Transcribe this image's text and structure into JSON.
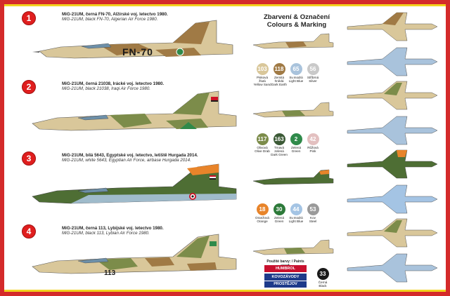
{
  "header": {
    "title_cz": "Zbarvení & Označení",
    "title_en": "Colours & Marking"
  },
  "schemes": [
    {
      "number": "1",
      "caption_cz": "MiG-21UM, černá FN-70, Alžírské voj. letectvo 1980.",
      "caption_en": "MiG-21UM, black FN-70, Algerian Air Force 1980.",
      "serial": "FN-70"
    },
    {
      "number": "2",
      "caption_cz": "MiG-21UM, černá 21038, Irácké voj. letectvo  1980.",
      "caption_en": "MiG-21UM, black 21038, Iraqi Air Force  1980.",
      "serial": ""
    },
    {
      "number": "3",
      "caption_cz": "MiG-21UM, bílá 5643, Egyptské voj. letectvo, letiště Hurgada 2014.",
      "caption_en": "MiG-21UM, white 5643, Egyptian Air Force, airbase Hurgada 2014.",
      "serial": ""
    },
    {
      "number": "4",
      "caption_cz": "MiG-21UM, černá 113, Lybijské voj. letectvo 1980.",
      "caption_en": "MiG-21UM, black 113, Lybian Air Force 1980.",
      "serial": "113"
    }
  ],
  "swatches_row1": [
    {
      "code": "103",
      "cz": "Pisková žlutá",
      "en": "Yellow Sand",
      "color": "#d9c79a"
    },
    {
      "code": "118",
      "cz": "Zemitá hnědá",
      "en": "Dark Earth",
      "color": "#a07a45"
    },
    {
      "code": "65",
      "cz": "Sv.modrá",
      "en": "Light Blue",
      "color": "#a9c3dc"
    },
    {
      "code": "56",
      "cz": "Stříbrná",
      "en": "Silver",
      "color": "#c9c9c9"
    }
  ],
  "swatches_row2": [
    {
      "code": "117",
      "cz": "Olivová",
      "en": "Olive Drab",
      "color": "#7c8c4a"
    },
    {
      "code": "163",
      "cz": "Tmavá zelená",
      "en": "Dark Green",
      "color": "#3c5a36"
    },
    {
      "code": "2",
      "cz": "Zelená",
      "en": "Green",
      "color": "#2f8a4a"
    },
    {
      "code": "42",
      "cz": "Růžová",
      "en": "Pink",
      "color": "#e3c0c0"
    }
  ],
  "swatches_row3": [
    {
      "code": "18",
      "cz": "Oranžová",
      "en": "Orange",
      "color": "#e8842a"
    },
    {
      "code": "30",
      "cz": "Zelená",
      "en": "Green",
      "color": "#2d7a3a"
    },
    {
      "code": "44",
      "cz": "Sv.modrá",
      "en": "Light Blue",
      "color": "#a4c4e4"
    },
    {
      "code": "53",
      "cz": "Kov",
      "en": "Steel",
      "color": "#9a9a9a"
    }
  ],
  "paints_used": "Použité barvy: / Paints used:",
  "brand_humbrol": "HUMBROL",
  "brand_kovozavody": "KOVOZÁVODY",
  "brand_prostejov": "PROSTĚJOV",
  "swatch_black": {
    "code": "33",
    "cz": "Černá",
    "en": "Black",
    "color": "#1a1a1a"
  },
  "colors": {
    "frame": "#d42a2a",
    "stripe": "#f2d21e",
    "sand": "#d9c79a",
    "earth": "#a07a45",
    "olive": "#5f7a3a",
    "lightblue": "#a9c3dc"
  }
}
